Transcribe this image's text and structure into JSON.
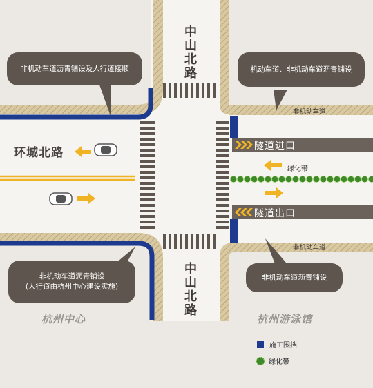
{
  "roads": {
    "west": "环城北路",
    "north": "中山北路",
    "south": "中山北路"
  },
  "places": {
    "southwest": "杭州中心",
    "southeast": "杭州游泳馆"
  },
  "lanes": {
    "nonmotor_top": "非机动车道",
    "nonmotor_bottom": "非机动车道",
    "tunnel_entry": "隧道进口",
    "tunnel_exit": "隧道出口",
    "green_belt": "绿化带"
  },
  "callouts": {
    "top_left": "非机动车道沥青铺设及人行道接顺",
    "top_right": "机动车道、非机动车道沥青铺设",
    "bottom_left_line1": "非机动车道沥青铺设",
    "bottom_left_line2": "(人行道由杭州中心建设实施)",
    "bottom_right": "非机动车道沥青铺设"
  },
  "legend": {
    "barrier": "施工围挡",
    "green_belt": "绿化带"
  },
  "colors": {
    "road": "#f6f4f1",
    "background": "#ece9e4",
    "barrier": "#1d3a8f",
    "asphalt": "#6a625b",
    "arrow": "#f0b323",
    "green": "#3e8a2a",
    "callout": "#5e554e"
  },
  "icons": [
    "car-left-icon",
    "car-right-icon",
    "arrow-left-icon",
    "arrow-right-icon",
    "chevron-entry-icon",
    "chevron-exit-icon"
  ]
}
